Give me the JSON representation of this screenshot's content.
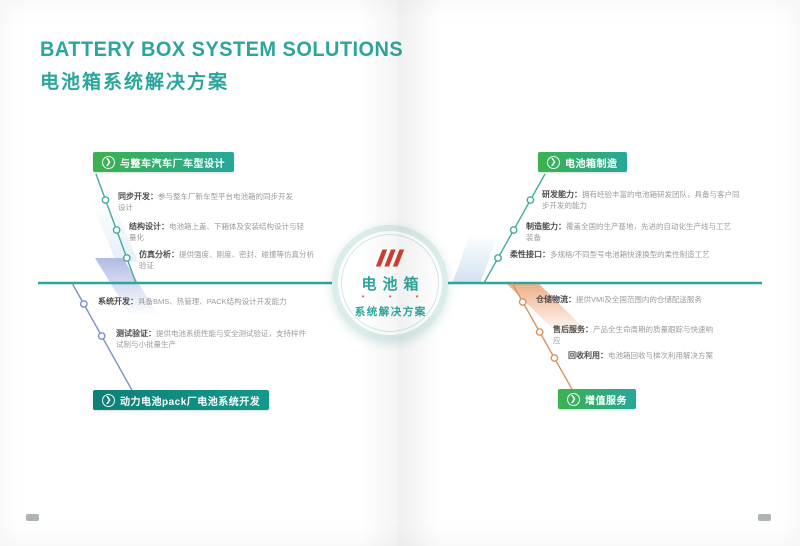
{
  "page": {
    "title_en": "BATTERY BOX SYSTEM SOLUTIONS",
    "title_cn": "电池箱系统解决方案"
  },
  "icons": {
    "chevron": "❯",
    "logo": "company-logo-red-slashes"
  },
  "colors": {
    "accent_teal": "#2ca59c",
    "label_green_start": "#3cb24e",
    "label_green_end": "#27a79a",
    "label_dark": "#0e8076",
    "logo_red": "#d23b2f",
    "band_blue": "#a9b4e2",
    "band_orange": "#edaa80",
    "band_lightblue": "#cfe0ef"
  },
  "center": {
    "line1": "电池箱",
    "emphasis": "• • •",
    "line2": "系统解决方案"
  },
  "branch_top_left": {
    "label": "与整车汽车厂车型设计",
    "items": [
      {
        "title": "同步开发：",
        "desc": "参与整车厂新车型平台电池箱的同步开发设计"
      },
      {
        "title": "结构设计：",
        "desc": "电池箱上盖、下箱体及安装结构设计与轻量化"
      },
      {
        "title": "仿真分析：",
        "desc": "提供强度、刚度、密封、碰撞等仿真分析验证"
      }
    ]
  },
  "branch_top_right": {
    "label": "电池箱制造",
    "items": [
      {
        "title": "研发能力：",
        "desc": "拥有经验丰富的电池箱研发团队，具备与客户同步开发的能力"
      },
      {
        "title": "制造能力：",
        "desc": "覆盖全国的生产基地，先进的自动化生产线与工艺装备"
      },
      {
        "title": "柔性接口：",
        "desc": "多规格/不同型号电池箱快速换型的柔性制造工艺"
      }
    ]
  },
  "branch_bottom_left": {
    "label": "动力电池pack厂电池系统开发",
    "items": [
      {
        "title": "系统开发：",
        "desc": "具备BMS、热管理、PACK结构设计开发能力"
      },
      {
        "title": "测试验证：",
        "desc": "提供电池系统性能与安全测试验证，支持样件试制与小批量生产"
      }
    ]
  },
  "branch_bottom_right": {
    "label": "增值服务",
    "items": [
      {
        "title": "仓储物流：",
        "desc": "提供VMI及全国范围内的仓储配送服务"
      },
      {
        "title": "售后服务：",
        "desc": "产品全生命周期的质量跟踪与快速响应"
      },
      {
        "title": "回收利用：",
        "desc": "电池箱回收与梯次利用解决方案"
      }
    ]
  }
}
